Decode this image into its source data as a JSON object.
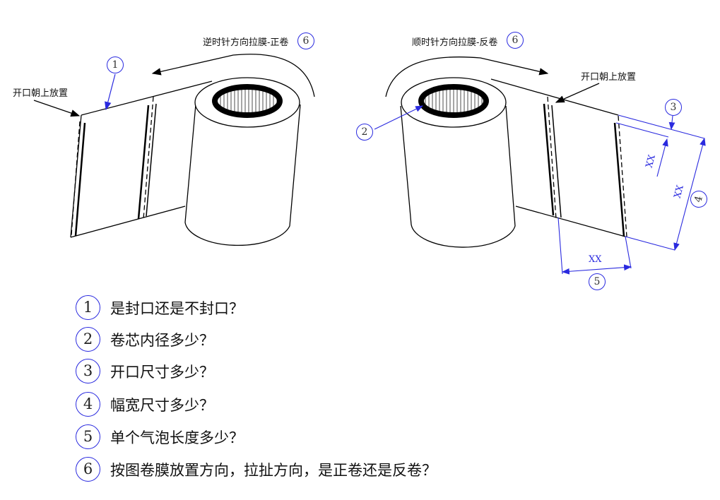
{
  "left_figure": {
    "direction_label": "逆时针方向拉膜-正卷",
    "direction_marker": "6",
    "opening_label": "开口朝上放置",
    "seal_marker": "1"
  },
  "right_figure": {
    "direction_label": "顺时针方向拉膜-反卷",
    "direction_marker": "6",
    "opening_label": "开口朝上放置",
    "core_marker": "2",
    "opening_marker": "3",
    "width_marker": "4",
    "bubble_marker": "5",
    "dim_opening": "XX",
    "dim_width": "XX",
    "dim_bubble": "XX"
  },
  "questions": [
    {
      "num": "1",
      "text": "是封口还是不封口？"
    },
    {
      "num": "2",
      "text": "卷芯内径多少？"
    },
    {
      "num": "3",
      "text": "开口尺寸多少？"
    },
    {
      "num": "4",
      "text": "幅宽尺寸多少？"
    },
    {
      "num": "5",
      "text": "单个气泡长度多少？"
    },
    {
      "num": "6",
      "text": "按图卷膜放置方向，拉扯方向，是正卷还是反卷？"
    }
  ],
  "colors": {
    "line": "#000000",
    "annotation": "#2a2adf"
  }
}
